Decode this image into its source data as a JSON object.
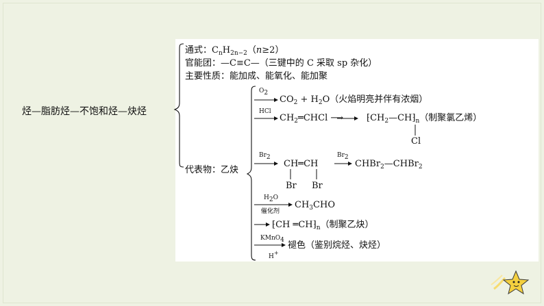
{
  "root": "烃—脂肪烃—不饱和烃—炔烃",
  "general_formula": {
    "prefix": "通式：C",
    "n": "n",
    "h": "H",
    "sub2": "2n−2",
    "paren": "（",
    "n2": "n",
    "ge": "≥2）"
  },
  "functional_group": {
    "prefix": "官能团：—C",
    "triple": "≡",
    "rest": "C—（三键中的 C 采取 sp 杂化）"
  },
  "properties": "主要性质：能加成、能氧化、能加聚",
  "representative": "代表物：乙炔",
  "reactions": {
    "r1": {
      "reagent": "O",
      "reagent_sub": "2",
      "p1": "CO",
      "p1s": "2",
      "p2": "+ H",
      "p2s": "2",
      "p3": "O（火焰明亮并伴有浓烟）"
    },
    "r2": {
      "reagent": "HCl",
      "a": "CH",
      "as": "2",
      "b": "═CHCl ⟶",
      "poly_open": "⁅",
      "c": "CH",
      "cs": "2",
      "d": "—CH",
      "poly_close": "⁆",
      "n": "n",
      "note": "（制聚氯乙烯）",
      "cl": "Cl",
      "vbar": "|"
    },
    "r3": {
      "reagent": "Br",
      "reagent_sub": "2",
      "a": "CH═CH",
      "br1": "Br",
      "br2": "Br",
      "reagent2": "Br",
      "reagent2_sub": "2",
      "b": "CHBr",
      "bs": "2",
      "c": "—CHBr",
      "cs": "2"
    },
    "r4": {
      "top": "H",
      "top_sub": "2",
      "top_o": "O",
      "bottom": "催化剂",
      "a": "CH",
      "as": "3",
      "b": "CHO"
    },
    "r5": {
      "poly_open": "⁅",
      "a": "CH ═CH",
      "poly_close": "⁆",
      "n": "n",
      "note": "（制聚乙炔）"
    },
    "r6": {
      "top": "KMnO",
      "top_sub": "4",
      "bottom": "H",
      "bottom_sup": "+",
      "result": "褪色（鉴别烷烃、炔烃）"
    }
  },
  "colors": {
    "background": "#eef2e3",
    "panel": "#ffffff",
    "star": "#f4d03f"
  }
}
